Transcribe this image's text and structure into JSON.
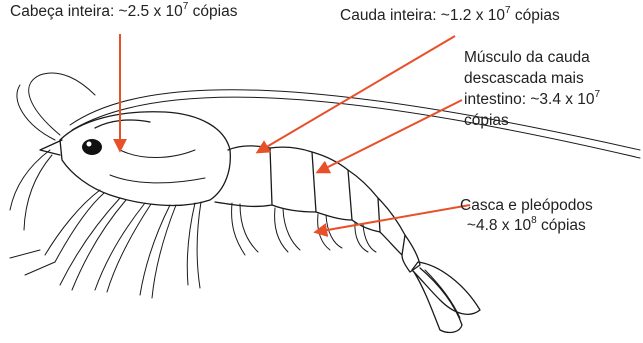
{
  "labels": {
    "head": {
      "text": "Cabeça inteira: ~2.5 x 10",
      "exp": "7",
      "suffix": " cópias"
    },
    "tail": {
      "text": "Cauda inteira: ~1.2 x 10",
      "exp": "7",
      "suffix": " cópias"
    },
    "muscle": {
      "line1": "Músculo da cauda",
      "line2": "descascada mais",
      "line3": "intestino: ~3.4 x 10",
      "exp": "7",
      "line4": "cópias"
    },
    "shell": {
      "line1": "Casca e pleópodos",
      "line2": "~4.8 x 10",
      "exp": "8",
      "suffix": " cópias"
    }
  },
  "colors": {
    "arrow": "#e8502a",
    "ink": "#1a1a1a",
    "text": "#222222",
    "background": "#ffffff"
  },
  "icons": {
    "illustration": "shrimp-line-drawing"
  }
}
